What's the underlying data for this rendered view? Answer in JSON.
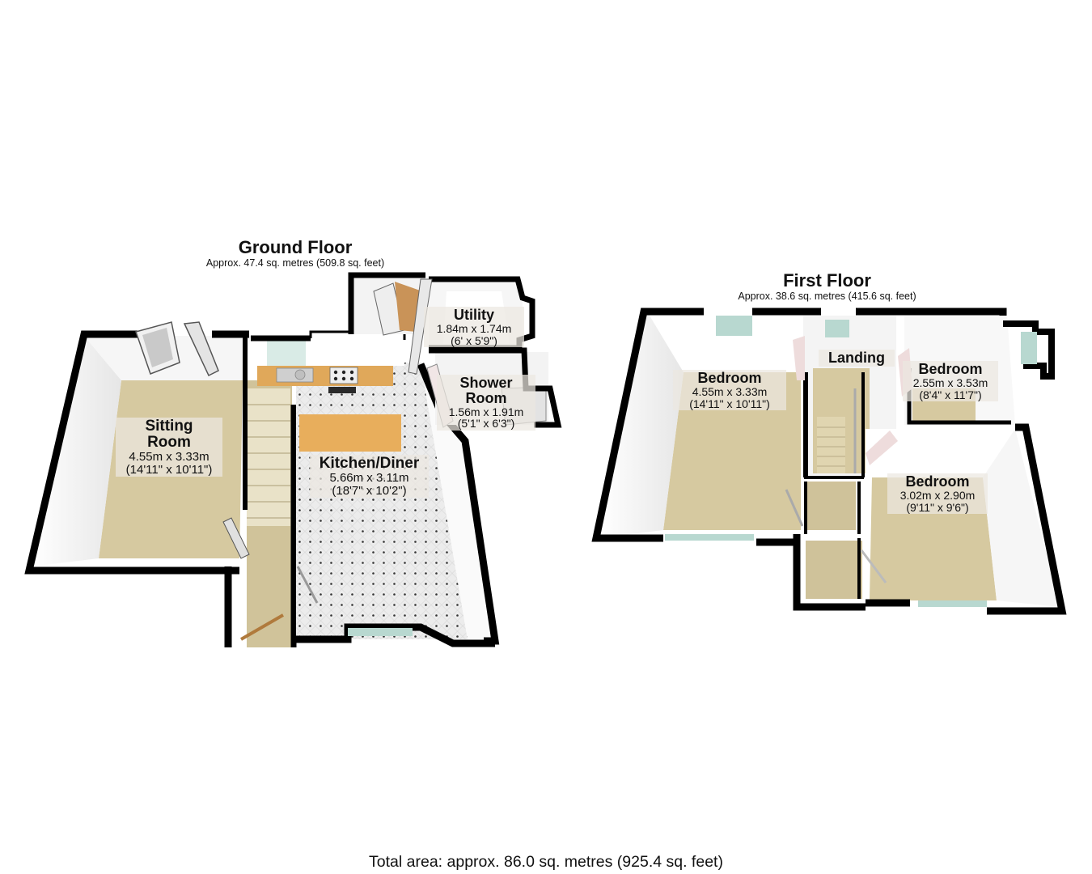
{
  "floors": {
    "ground": {
      "name": "Ground Floor",
      "area": "Approx. 47.4 sq. metres (509.8 sq. feet)",
      "rooms": [
        {
          "name": "Sitting Room",
          "name_lines": [
            "Sitting",
            "Room"
          ],
          "metric": "4.55m x 3.33m",
          "imperial": "(14'11\" x 10'11\")"
        },
        {
          "name": "Kitchen/Diner",
          "metric": "5.66m x 3.11m",
          "imperial": "(18'7\" x 10'2\")"
        },
        {
          "name": "Utility",
          "metric": "1.84m x 1.74m",
          "imperial": "(6' x 5'9\")"
        },
        {
          "name": "Shower Room",
          "name_lines": [
            "Shower",
            "Room"
          ],
          "metric": "1.56m x 1.91m",
          "imperial": "(5'1\" x 6'3\")"
        }
      ]
    },
    "first": {
      "name": "First Floor",
      "area": "Approx. 38.6 sq. metres (415.6 sq. feet)",
      "rooms": [
        {
          "name": "Bedroom",
          "metric": "4.55m x 3.33m",
          "imperial": "(14'11\" x 10'11\")"
        },
        {
          "name": "Landing"
        },
        {
          "name": "Bedroom",
          "metric": "2.55m x 3.53m",
          "imperial": "(8'4\" x 11'7\")"
        },
        {
          "name": "Bedroom",
          "metric": "3.02m x 2.90m",
          "imperial": "(9'11\" x 9'6\")"
        }
      ]
    }
  },
  "total_area": "Total area: approx. 86.0 sq. metres (925.4 sq. feet)",
  "colors": {
    "wall": "#000000",
    "wall_face": "#f4f4f4",
    "carpet": "#d6c9a0",
    "tile": "#e9e9e9",
    "worktop": "#e0a85a",
    "window": "#b8d8d0",
    "label_bg": "#ebe8e1"
  }
}
